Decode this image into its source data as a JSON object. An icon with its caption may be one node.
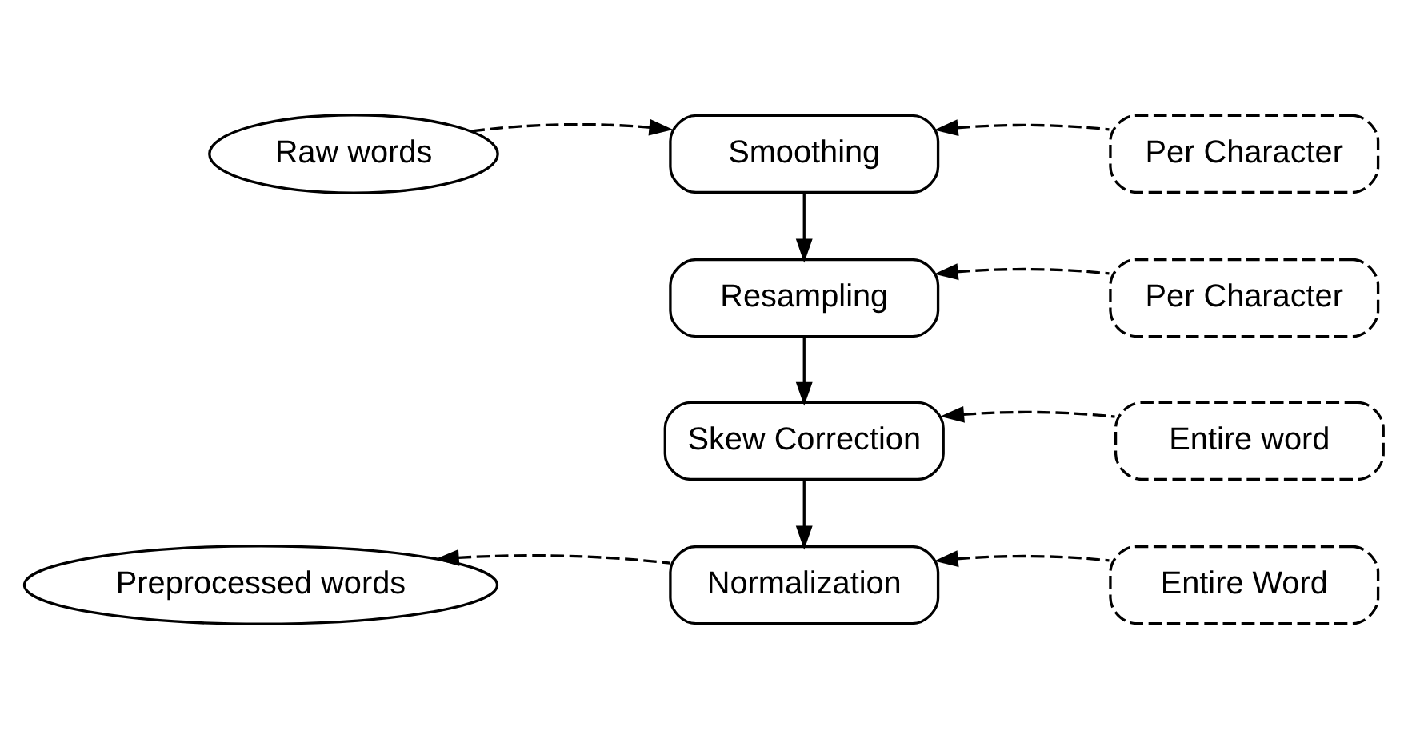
{
  "diagram": {
    "nodes": [
      {
        "text": [
          "Raw words"
        ]
      },
      {
        "text": [
          "Smoothing"
        ]
      },
      {
        "text": [
          "Resampling"
        ]
      },
      {
        "text": [
          "Skew Correction"
        ]
      },
      {
        "text": [
          "Normalization"
        ]
      },
      {
        "text": [
          "Preprocessed words"
        ]
      },
      {
        "text": [
          "Per Character"
        ]
      },
      {
        "text": [
          "Per Character"
        ]
      },
      {
        "text": [
          "Entire word"
        ]
      },
      {
        "text": [
          "Entire Word"
        ]
      }
    ],
    "edges": [
      {
        "from": 0,
        "to": 1,
        "arrow": "to",
        "style": "dashed"
      },
      {
        "from": 1,
        "to": 2,
        "arrow": "to"
      },
      {
        "from": 2,
        "to": 3,
        "arrow": "to"
      },
      {
        "from": 3,
        "to": 4,
        "arrow": "to"
      },
      {
        "from": 4,
        "to": 5,
        "arrow": "to",
        "style": "dashed"
      },
      {
        "from": 6,
        "to": 1,
        "arrow": "to",
        "style": "dashed"
      },
      {
        "from": 7,
        "to": 2,
        "arrow": "to",
        "style": "dashed"
      },
      {
        "from": 8,
        "to": 3,
        "arrow": "to",
        "style": "dashed"
      },
      {
        "from": 9,
        "to": 4,
        "arrow": "to",
        "style": "dashed"
      }
    ]
  }
}
